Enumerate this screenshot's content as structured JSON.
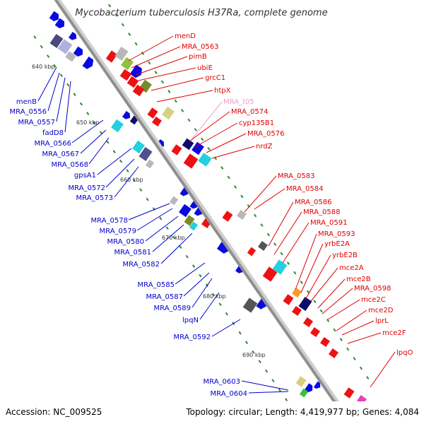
{
  "title": "Mycobacterium tuberculosis H37Ra, complete genome",
  "footer": {
    "accession": "Accession: NC_009525",
    "summary": "Topology: circular; Length: 4,419,977 bp; Genes: 4,084"
  },
  "positions": [
    "640 kbp",
    "650 kbp",
    "660 kbp",
    "670 kbp",
    "680 kbp",
    "690 kbp"
  ],
  "colors": {
    "left_labels": "#0000cc",
    "right_labels": "#e00000",
    "trna_label": "#f2a0c8",
    "backbone": "#9a9a9a",
    "ticks": "#2e8b2e"
  },
  "left_labels": [
    "menB",
    "MRA_0556",
    "MRA_0557",
    "fadD8",
    "MRA_0566",
    "MRA_0567",
    "MRA_0568",
    "gpsA1",
    "MRA_0572",
    "MRA_0573",
    "MRA_0578",
    "MRA_0579",
    "MRA_0580",
    "MRA_0581",
    "MRA_0582",
    "MRA_0585",
    "MRA_0587",
    "MRA_0589",
    "lpqN",
    "MRA_0592",
    "MRA_0603",
    "MRA_0604"
  ],
  "right_labels": [
    "menD",
    "MRA_0563",
    "pimB",
    "ubiE",
    "grcC1",
    "htpX",
    "MRA_t05",
    "MRA_0574",
    "cyp135B1",
    "MRA_0576",
    "nrdZ",
    "MRA_0583",
    "MRA_0584",
    "MRA_0586",
    "MRA_0588",
    "MRA_0591",
    "MRA_0593",
    "yrbE2A",
    "yrbE2B",
    "mce2A",
    "mce2B",
    "MRA_0598",
    "mce2C",
    "mce2D",
    "lprL",
    "mce2F",
    "lpqO"
  ]
}
